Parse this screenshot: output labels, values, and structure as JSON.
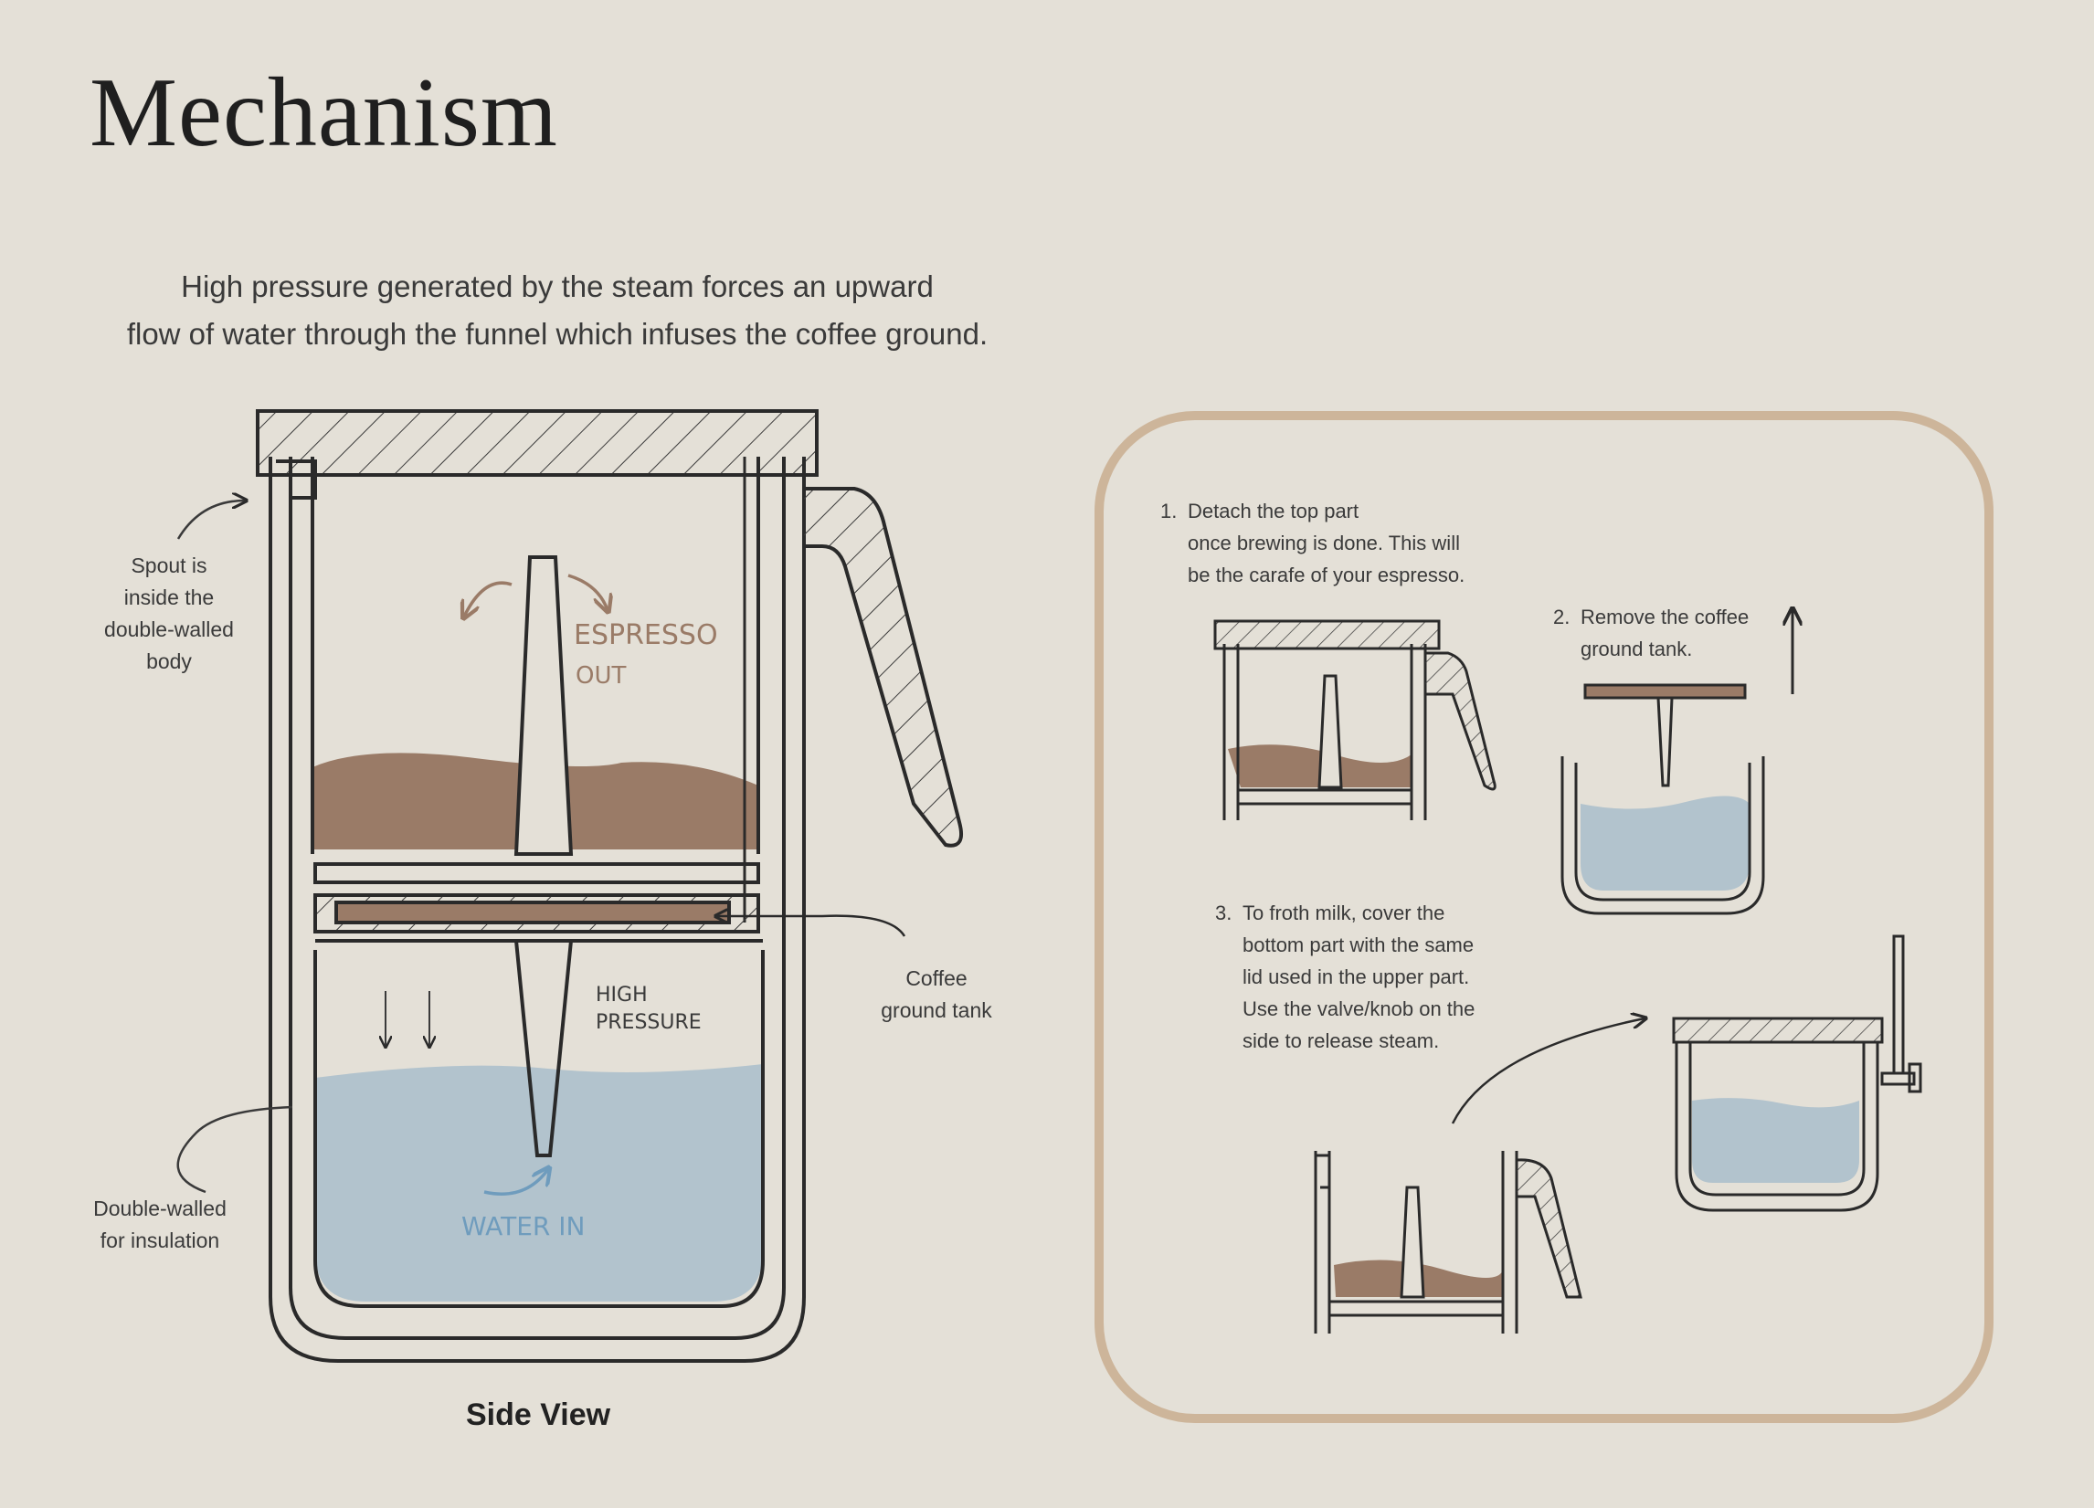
{
  "title": "Mechanism",
  "intro": {
    "line1": "High pressure generated by the steam forces an upward",
    "line2": "flow of water through the funnel which infuses the coffee ground."
  },
  "annotations": {
    "spout": [
      "Spout is",
      "inside the",
      "double-walled",
      "body"
    ],
    "double_walled": [
      "Double-walled",
      "for insulation"
    ],
    "coffee_tank": [
      "Coffee",
      "ground tank"
    ],
    "espresso_out": [
      "ESPRESSO",
      "OUT"
    ],
    "high_pressure": [
      "HIGH",
      "PRESSURE"
    ],
    "water_in": "WATER IN",
    "side_view": "Side View"
  },
  "steps": [
    {
      "num": "1.",
      "lines": [
        "Detach the top part",
        "once brewing is done. This will",
        "be the carafe of your espresso."
      ]
    },
    {
      "num": "2.",
      "lines": [
        "Remove the coffee",
        "ground tank."
      ]
    },
    {
      "num": "3.",
      "lines": [
        "To froth milk, cover the",
        "bottom part with the same",
        "lid used in the upper part.",
        "Use the valve/knob on the",
        "side to release steam."
      ]
    }
  ],
  "colors": {
    "background": "#e4e0d7",
    "coffee": "#9a7b67",
    "water": "#b2c3cd",
    "outline": "#2a2a2a",
    "panel_border": "#cdb59a"
  }
}
